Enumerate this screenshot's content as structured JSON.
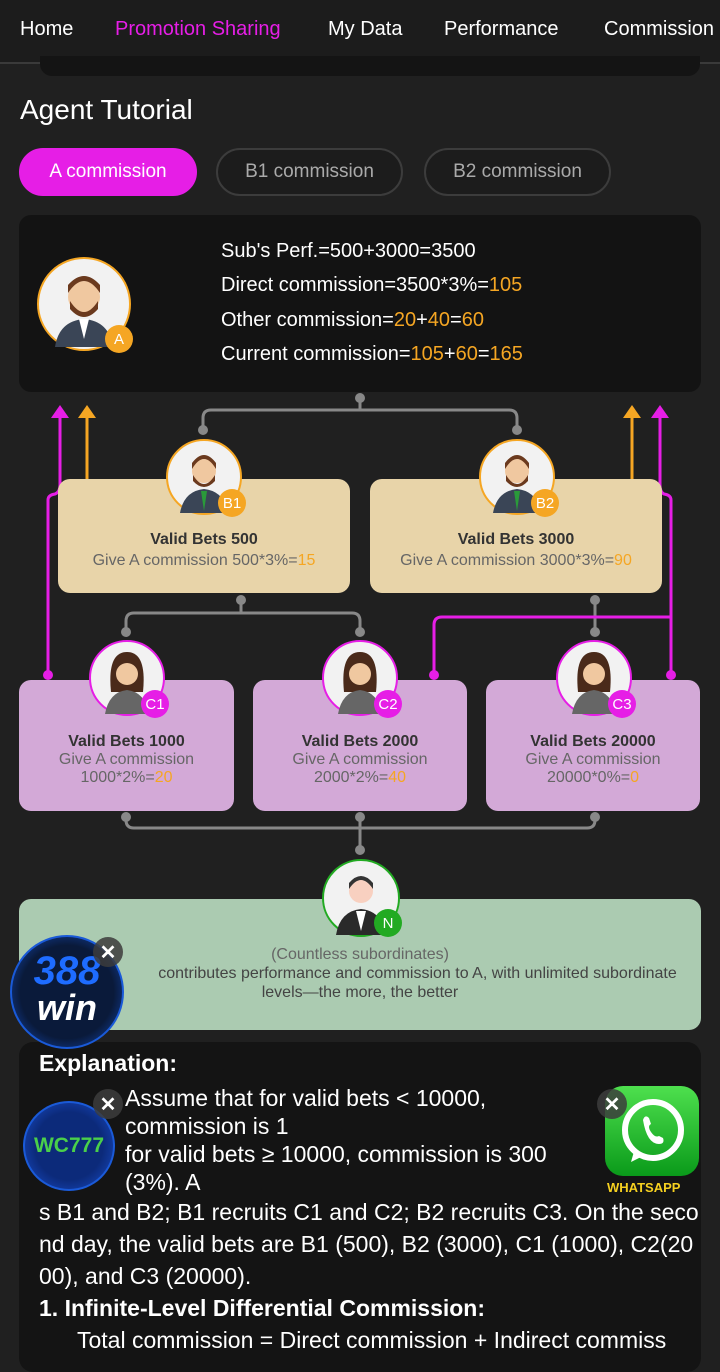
{
  "nav": {
    "tabs": [
      {
        "label": "Home"
      },
      {
        "label": "Promotion Sharing",
        "active": true
      },
      {
        "label": "My Data"
      },
      {
        "label": "Performance"
      },
      {
        "label": "Commission"
      }
    ]
  },
  "title": "Agent Tutorial",
  "pills": [
    "A commission",
    "B1 commission",
    "B2 commission"
  ],
  "top": {
    "badge": "A",
    "line1": "Sub's Perf.=500+3000=3500",
    "line2a": "Direct commission=3500*3%=",
    "line2b": "105",
    "line3a": "Other commission=",
    "line3b": "20",
    "line3c": "+",
    "line3d": "40",
    "line3e": "=",
    "line3f": "60",
    "line4a": "Current commission=",
    "line4b": "105",
    "line4c": "+",
    "line4d": "60",
    "line4e": "=",
    "line4f": "165"
  },
  "b": [
    {
      "badge": "B1",
      "title": "Valid Bets 500",
      "give": "Give A commission 500*3%=",
      "val": "15"
    },
    {
      "badge": "B2",
      "title": "Valid Bets 3000",
      "give": "Give A commission 3000*3%=",
      "val": "90"
    }
  ],
  "c": [
    {
      "badge": "C1",
      "title": "Valid Bets 1000",
      "give": "Give A commission",
      "calc": "1000*2%=",
      "val": "20"
    },
    {
      "badge": "C2",
      "title": "Valid Bets 2000",
      "give": "Give A commission",
      "calc": "2000*2%=",
      "val": "40"
    },
    {
      "badge": "C3",
      "title": "Valid Bets 20000",
      "give": "Give A commission",
      "calc": "20000*0%=",
      "val": "0"
    }
  ],
  "n": {
    "badge": "N",
    "line1": "(Countless subordinates)",
    "line2": "contributes performance and commission to A, with unlimited subordinate",
    "line3": "levels—the more, the better"
  },
  "explanation": {
    "heading": "Explanation:",
    "lines": [
      "Assume that for valid bets < 10000, commission is 1",
      "for valid bets ≥ 10000, commission is 300 (3%). A",
      "s B1 and B2; B1 recruits C1 and C2; B2 recruits C3. On the seco",
      "nd day, the valid bets are B1 (500), B2 (3000), C1 (1000), C2(20",
      "00), and C3 (20000)."
    ],
    "section1": "1. Infinite-Level Differential Commission:",
    "formula": "Total commission = Direct commission + Indirect commiss"
  },
  "floats": {
    "win388_top": "388",
    "win388_bottom": "win",
    "wc777": "WC777",
    "whatsapp": "WHATSAPP",
    "close": "✕"
  },
  "colors": {
    "accent": "#e61ee6",
    "orange": "#f5a623",
    "green": "#22aa22"
  }
}
